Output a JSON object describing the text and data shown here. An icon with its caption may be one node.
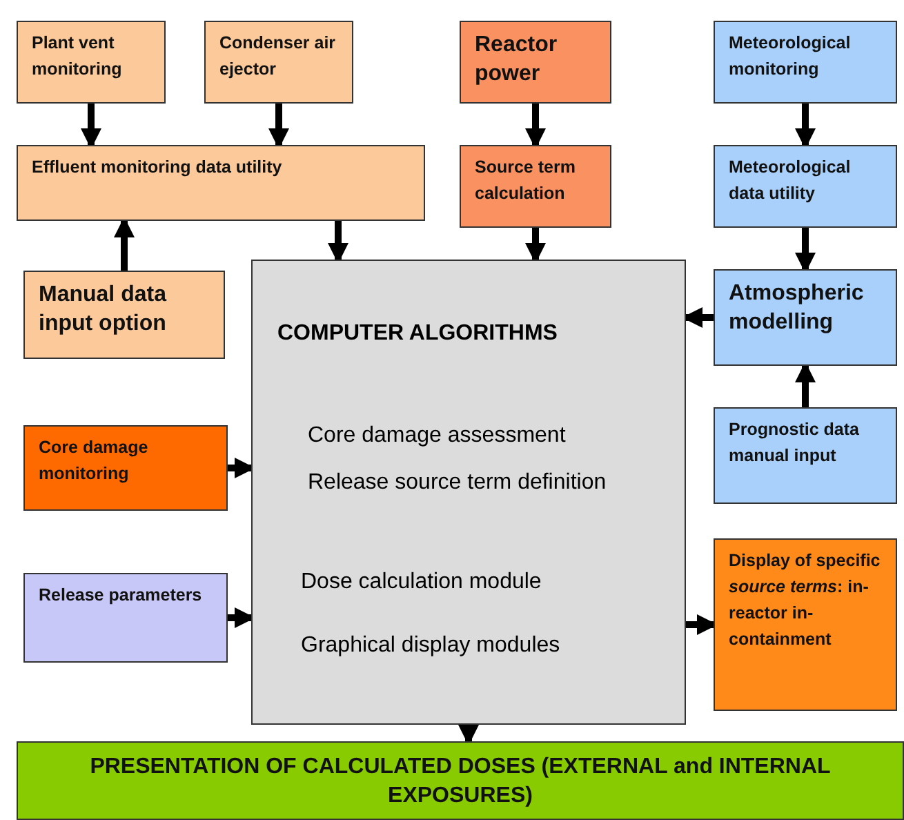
{
  "diagram": {
    "nodes": [
      {
        "text": [
          "Plant vent monitoring"
        ]
      },
      {
        "text": [
          "Condenser air ejector"
        ]
      },
      {
        "text": [
          "Effluent monitoring data utility"
        ]
      },
      {
        "text": [
          "Reactor power"
        ]
      },
      {
        "text": [
          "Source term calculation"
        ]
      },
      {
        "text": [
          "Meteorological monitoring"
        ]
      },
      {
        "text": [
          "Meteorological data utility"
        ]
      },
      {
        "text": [
          "Manual data input option"
        ]
      },
      {
        "text": [
          "COMPUTER ALGORITHMS",
          "Core damage assessment",
          "Release source term definition",
          "Dose calculation module",
          "Graphical display modules"
        ]
      },
      {
        "text": [
          "Atmospheric modelling"
        ]
      },
      {
        "text": [
          "Prognostic data manual input"
        ]
      },
      {
        "text": [
          "Core damage monitoring"
        ]
      },
      {
        "text": [
          "Release parameters"
        ]
      },
      {
        "text": [
          "Display of specific *source terms*: in-reactor in-containment"
        ]
      },
      {
        "text": [
          "PRESENTATION OF CALCULATED DOSES (EXTERNAL and INTERNAL EXPOSURES)"
        ]
      }
    ],
    "edges": [
      {
        "from": 0,
        "to": 2,
        "arrow": "to"
      },
      {
        "from": 1,
        "to": 2,
        "arrow": "to"
      },
      {
        "from": 7,
        "to": 2,
        "arrow": "to"
      },
      {
        "from": 2,
        "to": 8,
        "arrow": "to"
      },
      {
        "from": 3,
        "to": 4,
        "arrow": "to"
      },
      {
        "from": 4,
        "to": 8,
        "arrow": "to"
      },
      {
        "from": 5,
        "to": 6,
        "arrow": "to"
      },
      {
        "from": 6,
        "to": 9,
        "arrow": "to"
      },
      {
        "from": 10,
        "to": 9,
        "arrow": "to"
      },
      {
        "from": 9,
        "to": 8,
        "arrow": "to"
      },
      {
        "from": 11,
        "to": 8,
        "arrow": "to"
      },
      {
        "from": 12,
        "to": 8,
        "arrow": "to"
      },
      {
        "from": 8,
        "to": 13,
        "arrow": "to"
      },
      {
        "from": 8,
        "to": 14,
        "arrow": "to"
      }
    ]
  }
}
